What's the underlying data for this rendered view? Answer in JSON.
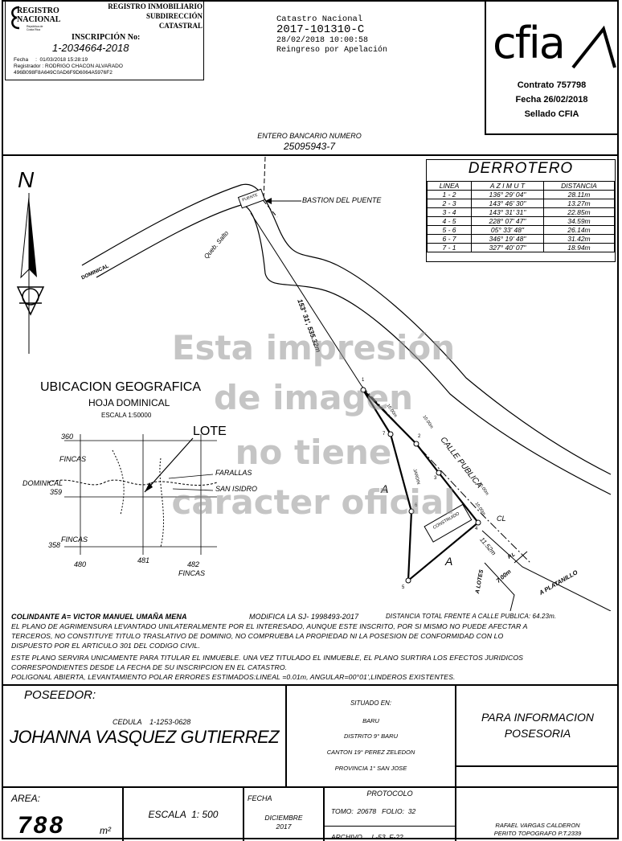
{
  "registry": {
    "logo_line1": "REGISTRO",
    "logo_line2": "NACIONAL",
    "logo_sub": "República de Costa Rica",
    "org_line1": "REGISTRO INMOBILIARIO",
    "org_line2": "SUBDIRECCIÓN",
    "org_line3": "CATASTRAL",
    "inscription_label": "INSCRIPCIÓN No:",
    "inscription_number": "1-2034664-2018",
    "date_line": "Fecha     :  01/03/2018 15:28:19",
    "registrar_line": "Registrador : RODRIGO CHACON ALVARADO",
    "hash_line": "496B098F8A649C0AD6F9D6064A5976F2"
  },
  "catastro": {
    "title": "Catastro Nacional",
    "number": "2017-101310-C",
    "datetime": "28/02/2018 10:00:58",
    "status": "Reingreso por Apelación"
  },
  "cfia": {
    "logo_text": "cfia",
    "contract": "Contrato 757798",
    "date": "Fecha 26/02/2018",
    "seal": "Sellado CFIA"
  },
  "bank": {
    "label": "ENTERO BANCARIO NUMERO",
    "number": "25095943-7"
  },
  "derrotero": {
    "title": "DERROTERO",
    "headers": [
      "LINEA",
      "A Z I M U T",
      "DISTANCIA"
    ],
    "rows": [
      [
        "1 - 2",
        "136° 29' 04\"",
        "28.11m"
      ],
      [
        "2 - 3",
        "143° 46' 30\"",
        "13.27m"
      ],
      [
        "3 - 4",
        "143° 31' 31\"",
        "22.85m"
      ],
      [
        "4 - 5",
        "228° 07' 47\"",
        "34.59m"
      ],
      [
        "5 - 6",
        "05° 33' 48\"",
        "26.14m"
      ],
      [
        "6 - 7",
        "346° 19' 48\"",
        "31.42m"
      ],
      [
        "7 - 1",
        "327° 40' 07\"",
        "18.94m"
      ]
    ]
  },
  "map": {
    "north": "N",
    "bastion": "BASTION DEL PUENTE",
    "puente": "PUENTE",
    "queb_salto": "Queb. Salto",
    "dominical": "DOMINICAL",
    "bearing_label": "153° 31', 535.32m",
    "calle_publica": "CALLE PUBLICA",
    "platanillo": "A PLATANILLO",
    "lotes": "A LOTES",
    "construido": "CONSTRUIDO",
    "area_a1": "A",
    "area_a2": "A",
    "dist_1152": "11.52m",
    "dist_700": "7.00m",
    "dist_1000a": "10.00m",
    "dist_1000b": "10.00m",
    "dist_1000c": "10.00m",
    "dist_1000d": "10.00m",
    "jardin": "JARDIN",
    "cl": "CL",
    "pl": "P.L",
    "points": [
      "1",
      "2",
      "3",
      "4",
      "5",
      "6",
      "7"
    ]
  },
  "ubicacion": {
    "title": "UBICACION GEOGRAFICA",
    "hoja": "HOJA DOMINICAL",
    "escala": "ESCALA 1:50000",
    "lote": "LOTE",
    "fincas_top": "FINCAS",
    "fincas_mid": "FINCAS",
    "fincas_bottom": "FINCAS",
    "dominical": "DOMINICAL",
    "farallas": "FARALLAS",
    "san_isidro": "SAN ISIDRO",
    "y360": "360",
    "y359": "359",
    "y358": "358",
    "x480": "480",
    "x481": "481",
    "x482": "482"
  },
  "watermark": {
    "line1": "Esta impresión",
    "line2": "de imagen",
    "line3": "no tiene",
    "line4": "caracter oficial"
  },
  "notes": {
    "colindante": "COLINDANTE A= VICTOR MANUEL UMAÑA MENA",
    "modifica": "MODIFICA LA SJ- 1998493-2017",
    "distancia": "DISTANCIA TOTAL FRENTE A CALLE PUBLICA: 64.23m.",
    "line2": "EL PLANO DE AGRIMENSURA LEVANTADO UNILATERALMENTE POR EL INTERESADO, AUNQUE ESTE INSCRITO, POR SI MISMO NO PUEDE AFECTAR A",
    "line3": "TERCEROS, NO CONSTITUYE TITULO TRASLATIVO DE DOMINIO, NO COMPRUEBA LA PROPIEDAD NI LA POSESION DE CONFORMIDAD CON LO",
    "line4": "DISPUESTO POR EL ARTICULO 301 DEL CODIGO CIVIL.",
    "line5": "ESTE PLANO SERVIRA UNICAMENTE PARA TITULAR EL INMUEBLE. UNA VEZ TITULADO EL INMUEBLE, EL PLANO SURTIRA LOS EFECTOS JURIDICOS",
    "line6": "CORRESPONDIENTES DESDE LA FECHA DE SU INSCRIPCION EN EL CATASTRO.",
    "line7": "POLIGONAL ABIERTA, LEVANTAMIENTO POLAR ERRORES ESTIMADOS:LINEAL =0.01m, ANGULAR=00°01',LINDEROS EXISTENTES."
  },
  "owner": {
    "label": "POSEEDOR:",
    "cedula": "CEDULA    1-1253-0628",
    "name": "JOHANNA VASQUEZ GUTIERREZ"
  },
  "situado": {
    "label": "SITUADO EN:",
    "lugar": "BARU",
    "distrito": "DISTRITO 9° BARU",
    "canton": "CANTON 19° PEREZ ZELEDON",
    "provincia": "PROVINCIA 1° SAN JOSE"
  },
  "purpose": {
    "line1": "PARA INFORMACION",
    "line2": "POSESORIA"
  },
  "area": {
    "label": "AREA:",
    "value": "788",
    "unit": "m²"
  },
  "escala": {
    "text": "ESCALA  1: 500"
  },
  "fecha": {
    "label": "FECHA",
    "month": "DICIEMBRE",
    "year": "2017"
  },
  "protocolo": {
    "label": "PROTOCOLO",
    "tomo": "TOMO:  20678   FOLIO:  32",
    "archivo": "ARCHIVO     L-53  F-22"
  },
  "surveyor": {
    "name": "RAFAEL VARGAS CALDERON",
    "title": "PERITO TOPOGRAFO P.T.2339"
  }
}
